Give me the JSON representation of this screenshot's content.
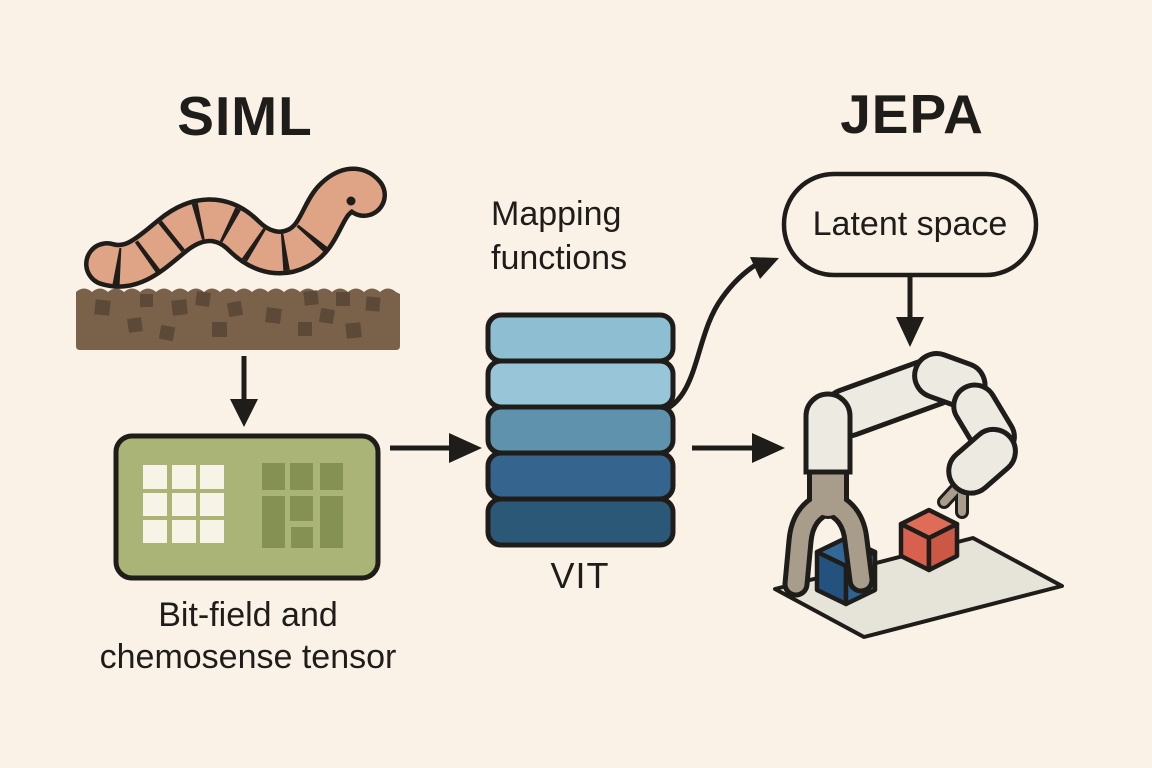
{
  "page": {
    "background": "#faf2e6",
    "ink": "#1f1d1a"
  },
  "siml": {
    "title": "SIML",
    "caption_line1": "Bit-field and",
    "caption_line2": "chemosense tensor",
    "worm": {
      "body_color": "#dfa385",
      "eye_color": "#1f1d1a"
    },
    "soil": {
      "fill": "#7a614a",
      "speckle": "#5c4938"
    },
    "tensor_box": {
      "fill": "#aab477",
      "light_cell": "#f7f3e6",
      "dark_cell": "#859153"
    }
  },
  "encoder": {
    "label_line1": "Mapping",
    "label_line2": "functions",
    "stack_label": "VIT",
    "stack_colors": [
      "#8dbed1",
      "#98c5d7",
      "#5e92ad",
      "#35658e",
      "#2c5878"
    ]
  },
  "jepa": {
    "title": "JEPA",
    "latent_label": "Latent space",
    "robot": {
      "arm_fill": "#edeae1",
      "gripper_fill": "#a89d8a",
      "mat_fill": "#e6e3d9",
      "blue_cube": {
        "top": "#316898",
        "left": "#24527f",
        "right": "#2d6295"
      },
      "red_cube": {
        "top": "#df6c57",
        "left": "#d7614e",
        "right": "#cb5844"
      }
    }
  }
}
